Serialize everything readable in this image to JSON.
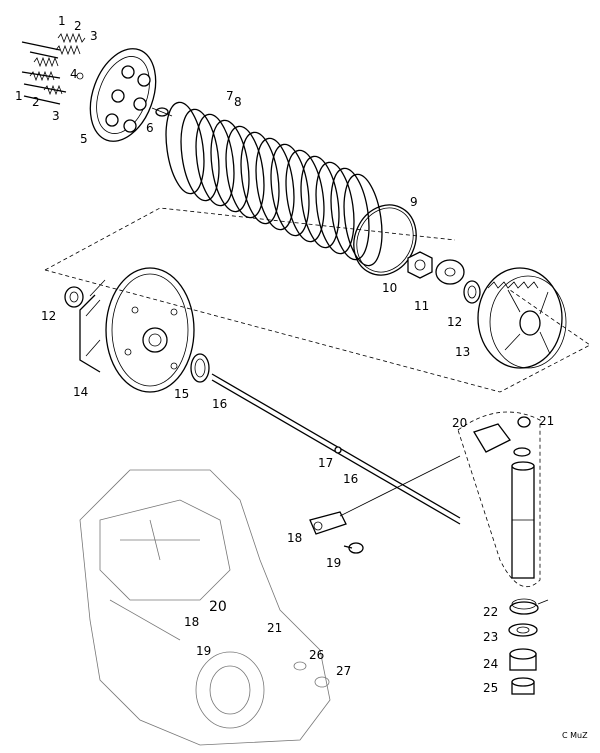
{
  "callouts": [
    {
      "id": "c1a",
      "text": "1"
    },
    {
      "id": "c2a",
      "text": "2"
    },
    {
      "id": "c3a",
      "text": "3"
    },
    {
      "id": "c4",
      "text": "4"
    },
    {
      "id": "c1b",
      "text": "1"
    },
    {
      "id": "c2b",
      "text": "2"
    },
    {
      "id": "c3b",
      "text": "3"
    },
    {
      "id": "c5",
      "text": "5"
    },
    {
      "id": "c6",
      "text": "6"
    },
    {
      "id": "c7",
      "text": "7"
    },
    {
      "id": "c8",
      "text": "8"
    },
    {
      "id": "c9",
      "text": "9"
    },
    {
      "id": "c10",
      "text": "10"
    },
    {
      "id": "c11",
      "text": "11"
    },
    {
      "id": "c12a",
      "text": "12"
    },
    {
      "id": "c12b",
      "text": "12"
    },
    {
      "id": "c13",
      "text": "13"
    },
    {
      "id": "c14",
      "text": "14"
    },
    {
      "id": "c15",
      "text": "15"
    },
    {
      "id": "c16a",
      "text": "16"
    },
    {
      "id": "c16b",
      "text": "16"
    },
    {
      "id": "c17",
      "text": "17"
    },
    {
      "id": "c18a",
      "text": "18"
    },
    {
      "id": "c19a",
      "text": "19"
    },
    {
      "id": "c20a",
      "text": "20"
    },
    {
      "id": "c21a",
      "text": "21"
    },
    {
      "id": "c22",
      "text": "22"
    },
    {
      "id": "c23",
      "text": "23"
    },
    {
      "id": "c24",
      "text": "24"
    },
    {
      "id": "c25",
      "text": "25"
    },
    {
      "id": "c20b",
      "text": "20"
    },
    {
      "id": "c18b",
      "text": "18"
    },
    {
      "id": "c21b",
      "text": "21"
    },
    {
      "id": "c19b",
      "text": "19"
    },
    {
      "id": "c26",
      "text": "26"
    },
    {
      "id": "c27",
      "text": "27"
    }
  ],
  "credit": "C MuZ"
}
